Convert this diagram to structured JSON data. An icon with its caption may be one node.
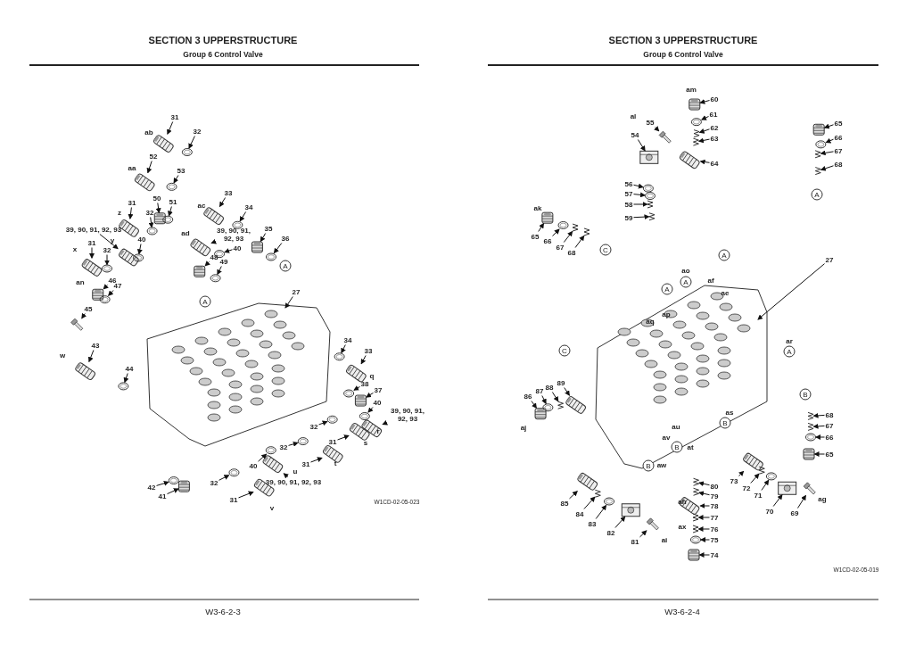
{
  "diagram": {
    "nodes": [
      {
        "text": [
          "31"
        ]
      },
      {
        "text": [
          "32"
        ]
      },
      {
        "text": [
          "52"
        ]
      },
      {
        "text": [
          "53"
        ]
      },
      {
        "text": [
          "31"
        ]
      },
      {
        "text": [
          "50"
        ]
      },
      {
        "text": [
          "51"
        ]
      },
      {
        "text": [
          "32"
        ]
      },
      {
        "text": [
          "33"
        ]
      },
      {
        "text": [
          "34"
        ]
      },
      {
        "text": [
          "39, 90, 91, 92, 93"
        ]
      },
      {
        "text": [
          "31"
        ]
      },
      {
        "text": [
          "40"
        ]
      },
      {
        "text": [
          "39, 90, 91, 92, 93"
        ]
      },
      {
        "text": [
          "40"
        ]
      },
      {
        "text": [
          "35"
        ]
      },
      {
        "text": [
          "36"
        ]
      },
      {
        "text": [
          "32"
        ]
      },
      {
        "text": [
          "48"
        ]
      },
      {
        "text": [
          "49"
        ]
      },
      {
        "text": [
          "46"
        ]
      },
      {
        "text": [
          "47"
        ]
      },
      {
        "text": [
          "45"
        ]
      },
      {
        "text": [
          "27"
        ]
      },
      {
        "text": [
          "43"
        ]
      },
      {
        "text": [
          "44"
        ]
      },
      {
        "text": [
          "34"
        ]
      },
      {
        "text": [
          "33"
        ]
      },
      {
        "text": [
          "38"
        ]
      },
      {
        "text": [
          "37"
        ]
      },
      {
        "text": [
          "40"
        ]
      },
      {
        "text": [
          "39, 90, 91, 92, 93"
        ]
      },
      {
        "text": [
          "32"
        ]
      },
      {
        "text": [
          "31"
        ]
      },
      {
        "text": [
          "32"
        ]
      },
      {
        "text": [
          "31"
        ]
      },
      {
        "text": [
          "40"
        ]
      },
      {
        "text": [
          "39, 90, 91, 92, 93"
        ]
      },
      {
        "text": [
          "32"
        ]
      },
      {
        "text": [
          "31"
        ]
      },
      {
        "text": [
          "42"
        ]
      },
      {
        "text": [
          "41"
        ]
      },
      {
        "text": [
          "55"
        ]
      },
      {
        "text": [
          "54"
        ]
      },
      {
        "text": [
          "60"
        ]
      },
      {
        "text": [
          "61"
        ]
      },
      {
        "text": [
          "62"
        ]
      },
      {
        "text": [
          "63"
        ]
      },
      {
        "text": [
          "64"
        ]
      },
      {
        "text": [
          "65"
        ]
      },
      {
        "text": [
          "66"
        ]
      },
      {
        "text": [
          "67"
        ]
      },
      {
        "text": [
          "68"
        ]
      },
      {
        "text": [
          "56"
        ]
      },
      {
        "text": [
          "57"
        ]
      },
      {
        "text": [
          "58"
        ]
      },
      {
        "text": [
          "59"
        ]
      },
      {
        "text": [
          "65"
        ]
      },
      {
        "text": [
          "66"
        ]
      },
      {
        "text": [
          "67"
        ]
      },
      {
        "text": [
          "68"
        ]
      },
      {
        "text": [
          "27"
        ]
      },
      {
        "text": [
          "86"
        ]
      },
      {
        "text": [
          "87"
        ]
      },
      {
        "text": [
          "88"
        ]
      },
      {
        "text": [
          "89"
        ]
      },
      {
        "text": [
          "68"
        ]
      },
      {
        "text": [
          "67"
        ]
      },
      {
        "text": [
          "66"
        ]
      },
      {
        "text": [
          "65"
        ]
      },
      {
        "text": [
          "80"
        ]
      },
      {
        "text": [
          "79"
        ]
      },
      {
        "text": [
          "78"
        ]
      },
      {
        "text": [
          "77"
        ]
      },
      {
        "text": [
          "76"
        ]
      },
      {
        "text": [
          "75"
        ]
      },
      {
        "text": [
          "74"
        ]
      },
      {
        "text": [
          "73"
        ]
      },
      {
        "text": [
          "72"
        ]
      },
      {
        "text": [
          "71"
        ]
      },
      {
        "text": [
          "70"
        ]
      },
      {
        "text": [
          "69"
        ]
      },
      {
        "text": [
          "85"
        ]
      },
      {
        "text": [
          "84"
        ]
      },
      {
        "text": [
          "83"
        ]
      },
      {
        "text": [
          "82"
        ]
      },
      {
        "text": [
          "81"
        ]
      },
      {
        "text": [],
        "shape": "picture"
      },
      {
        "text": [],
        "shape": "picture"
      },
      {
        "text": [],
        "shape": "picture"
      },
      {
        "text": [],
        "shape": "picture"
      },
      {
        "text": [],
        "shape": "picture"
      },
      {
        "text": [],
        "shape": "picture"
      },
      {
        "text": [],
        "shape": "picture"
      },
      {
        "text": [],
        "shape": "picture"
      },
      {
        "text": [],
        "shape": "picture"
      },
      {
        "text": [],
        "shape": "picture"
      },
      {
        "text": [],
        "shape": "picture"
      },
      {
        "text": [],
        "shape": "picture"
      },
      {
        "text": [],
        "shape": "picture"
      },
      {
        "text": [],
        "shape": "picture"
      },
      {
        "text": [],
        "shape": "picture"
      },
      {
        "text": [],
        "shape": "picture"
      },
      {
        "text": [],
        "shape": "picture"
      },
      {
        "text": [],
        "shape": "picture"
      },
      {
        "text": [],
        "shape": "picture"
      },
      {
        "text": [],
        "shape": "picture"
      },
      {
        "text": [],
        "shape": "picture"
      },
      {
        "text": [],
        "shape": "picture"
      },
      {
        "text": [],
        "shape": "picture"
      },
      {
        "text": [],
        "shape": "picture"
      },
      {
        "text": [],
        "shape": "picture"
      },
      {
        "text": [],
        "shape": "picture"
      },
      {
        "text": [],
        "shape": "picture"
      },
      {
        "text": [],
        "shape": "picture"
      },
      {
        "text": [],
        "shape": "picture"
      },
      {
        "text": [],
        "shape": "picture"
      },
      {
        "text": [],
        "shape": "picture"
      },
      {
        "text": [],
        "shape": "picture"
      },
      {
        "text": [],
        "shape": "picture"
      },
      {
        "text": [],
        "shape": "picture"
      },
      {
        "text": [],
        "shape": "picture"
      },
      {
        "text": [],
        "shape": "picture"
      },
      {
        "text": [],
        "shape": "picture"
      },
      {
        "text": [],
        "shape": "picture"
      },
      {
        "text": [],
        "shape": "picture"
      },
      {
        "text": [],
        "shape": "picture"
      },
      {
        "text": [],
        "shape": "picture"
      },
      {
        "text": [],
        "shape": "picture"
      },
      {
        "text": [],
        "shape": "picture"
      },
      {
        "text": [],
        "shape": "picture"
      },
      {
        "text": [],
        "shape": "picture"
      },
      {
        "text": [],
        "shape": "picture"
      },
      {
        "text": [],
        "shape": "picture"
      },
      {
        "text": [],
        "shape": "picture"
      },
      {
        "text": [],
        "shape": "picture"
      },
      {
        "text": [],
        "shape": "picture"
      },
      {
        "text": [],
        "shape": "picture"
      },
      {
        "text": [],
        "shape": "picture"
      },
      {
        "text": [],
        "shape": "picture"
      },
      {
        "text": [],
        "shape": "picture"
      },
      {
        "text": [],
        "shape": "picture"
      },
      {
        "text": [],
        "shape": "picture"
      },
      {
        "text": [],
        "shape": "picture"
      },
      {
        "text": [],
        "shape": "picture"
      },
      {
        "text": [],
        "shape": "picture"
      },
      {
        "text": [],
        "shape": "picture"
      },
      {
        "text": [],
        "shape": "picture"
      },
      {
        "text": [],
        "shape": "picture"
      },
      {
        "text": [],
        "shape": "picture"
      },
      {
        "text": [],
        "shape": "picture"
      },
      {
        "text": [],
        "shape": "picture"
      },
      {
        "text": [],
        "shape": "picture"
      },
      {
        "text": [],
        "shape": "picture"
      },
      {
        "text": [],
        "shape": "picture"
      },
      {
        "text": [],
        "shape": "picture"
      },
      {
        "text": [],
        "shape": "picture"
      },
      {
        "text": [],
        "shape": "picture"
      },
      {
        "text": [],
        "shape": "picture"
      },
      {
        "text": [],
        "shape": "picture"
      },
      {
        "text": [],
        "shape": "picture"
      },
      {
        "text": [],
        "shape": "picture"
      },
      {
        "text": [],
        "shape": "picture"
      },
      {
        "text": [],
        "shape": "picture"
      },
      {
        "text": [],
        "shape": "picture"
      },
      {
        "text": [],
        "shape": "picture"
      },
      {
        "text": [],
        "shape": "picture"
      },
      {
        "text": [],
        "shape": "picture"
      },
      {
        "text": [],
        "shape": "picture"
      },
      {
        "text": [],
        "shape": "picture"
      },
      {
        "text": [],
        "shape": "picture"
      },
      {
        "text": [],
        "shape": "picture"
      },
      {
        "text": [],
        "shape": "picture"
      },
      {
        "text": [],
        "shape": "picture"
      }
    ],
    "edges": [
      {
        "from": 0,
        "to": 87,
        "arrow": "to"
      },
      {
        "from": 1,
        "to": 88,
        "arrow": "to"
      },
      {
        "from": 2,
        "to": 89,
        "arrow": "to"
      },
      {
        "from": 3,
        "to": 90,
        "arrow": "to"
      },
      {
        "from": 4,
        "to": 91,
        "arrow": "to"
      },
      {
        "from": 5,
        "to": 92,
        "arrow": "to"
      },
      {
        "from": 6,
        "to": 93,
        "arrow": "to"
      },
      {
        "from": 7,
        "to": 94,
        "arrow": "to"
      },
      {
        "from": 8,
        "to": 95,
        "arrow": "to"
      },
      {
        "from": 9,
        "to": 96,
        "arrow": "to"
      },
      {
        "from": 10,
        "to": 97,
        "arrow": "to"
      },
      {
        "from": 11,
        "to": 98,
        "arrow": "to"
      },
      {
        "from": 12,
        "to": 99,
        "arrow": "to"
      },
      {
        "from": 13,
        "to": 100,
        "arrow": "to"
      },
      {
        "from": 14,
        "to": 101,
        "arrow": "to"
      },
      {
        "from": 15,
        "to": 102,
        "arrow": "to"
      },
      {
        "from": 16,
        "to": 103,
        "arrow": "to"
      },
      {
        "from": 17,
        "to": 104,
        "arrow": "to"
      },
      {
        "from": 18,
        "to": 105,
        "arrow": "to"
      },
      {
        "from": 19,
        "to": 106,
        "arrow": "to"
      },
      {
        "from": 20,
        "to": 107,
        "arrow": "to"
      },
      {
        "from": 21,
        "to": 108,
        "arrow": "to"
      },
      {
        "from": 22,
        "to": 109,
        "arrow": "to"
      },
      {
        "from": 23,
        "to": 110,
        "arrow": "to"
      },
      {
        "from": 24,
        "to": 111,
        "arrow": "to"
      },
      {
        "from": 25,
        "to": 112,
        "arrow": "to"
      },
      {
        "from": 26,
        "to": 113,
        "arrow": "to"
      },
      {
        "from": 27,
        "to": 114,
        "arrow": "to"
      },
      {
        "from": 28,
        "to": 115,
        "arrow": "to"
      },
      {
        "from": 29,
        "to": 116,
        "arrow": "to"
      },
      {
        "from": 30,
        "to": 117,
        "arrow": "to"
      },
      {
        "from": 31,
        "to": 118,
        "arrow": "to"
      },
      {
        "from": 32,
        "to": 119,
        "arrow": "to"
      },
      {
        "from": 33,
        "to": 120,
        "arrow": "to"
      },
      {
        "from": 34,
        "to": 121,
        "arrow": "to"
      },
      {
        "from": 35,
        "to": 122,
        "arrow": "to"
      },
      {
        "from": 36,
        "to": 123,
        "arrow": "to"
      },
      {
        "from": 37,
        "to": 124,
        "arrow": "to"
      },
      {
        "from": 38,
        "to": 125,
        "arrow": "to"
      },
      {
        "from": 39,
        "to": 126,
        "arrow": "to"
      },
      {
        "from": 40,
        "to": 127,
        "arrow": "to"
      },
      {
        "from": 41,
        "to": 128,
        "arrow": "to"
      },
      {
        "from": 42,
        "to": 129,
        "arrow": "to"
      },
      {
        "from": 43,
        "to": 130,
        "arrow": "to"
      },
      {
        "from": 44,
        "to": 131,
        "arrow": "to"
      },
      {
        "from": 45,
        "to": 132,
        "arrow": "to"
      },
      {
        "from": 46,
        "to": 133,
        "arrow": "to"
      },
      {
        "from": 47,
        "to": 134,
        "arrow": "to"
      },
      {
        "from": 48,
        "to": 135,
        "arrow": "to"
      },
      {
        "from": 49,
        "to": 136,
        "arrow": "to"
      },
      {
        "from": 50,
        "to": 137,
        "arrow": "to"
      },
      {
        "from": 51,
        "to": 138,
        "arrow": "to"
      },
      {
        "from": 52,
        "to": 139,
        "arrow": "to"
      },
      {
        "from": 53,
        "to": 140,
        "arrow": "to"
      },
      {
        "from": 54,
        "to": 141,
        "arrow": "to"
      },
      {
        "from": 55,
        "to": 142,
        "arrow": "to"
      },
      {
        "from": 56,
        "to": 143,
        "arrow": "to"
      },
      {
        "from": 57,
        "to": 144,
        "arrow": "to"
      },
      {
        "from": 58,
        "to": 145,
        "arrow": "to"
      },
      {
        "from": 59,
        "to": 146,
        "arrow": "to"
      },
      {
        "from": 60,
        "to": 147,
        "arrow": "to"
      },
      {
        "from": 61,
        "to": 148,
        "arrow": "to"
      },
      {
        "from": 62,
        "to": 149,
        "arrow": "to"
      },
      {
        "from": 63,
        "to": 150,
        "arrow": "to"
      },
      {
        "from": 64,
        "to": 151,
        "arrow": "to"
      },
      {
        "from": 65,
        "to": 152,
        "arrow": "to"
      },
      {
        "from": 66,
        "to": 153,
        "arrow": "to"
      },
      {
        "from": 67,
        "to": 154,
        "arrow": "to"
      },
      {
        "from": 68,
        "to": 155,
        "arrow": "to"
      },
      {
        "from": 69,
        "to": 156,
        "arrow": "to"
      },
      {
        "from": 70,
        "to": 157,
        "arrow": "to"
      },
      {
        "from": 71,
        "to": 158,
        "arrow": "to"
      },
      {
        "from": 72,
        "to": 159,
        "arrow": "to"
      },
      {
        "from": 73,
        "to": 160,
        "arrow": "to"
      },
      {
        "from": 74,
        "to": 161,
        "arrow": "to"
      },
      {
        "from": 75,
        "to": 162,
        "arrow": "to"
      },
      {
        "from": 76,
        "to": 163,
        "arrow": "to"
      },
      {
        "from": 77,
        "to": 164,
        "arrow": "to"
      },
      {
        "from": 78,
        "to": 165,
        "arrow": "to"
      },
      {
        "from": 79,
        "to": 166,
        "arrow": "to"
      },
      {
        "from": 80,
        "to": 167,
        "arrow": "to"
      },
      {
        "from": 81,
        "to": 168,
        "arrow": "to"
      },
      {
        "from": 82,
        "to": 169,
        "arrow": "to"
      },
      {
        "from": 83,
        "to": 170,
        "arrow": "to"
      },
      {
        "from": 84,
        "to": 171,
        "arrow": "to"
      },
      {
        "from": 85,
        "to": 172,
        "arrow": "to"
      },
      {
        "from": 86,
        "to": 173,
        "arrow": "to"
      }
    ],
    "labels": [
      "SECTION 3 UPPERSTRUCTURE",
      "Group 6 Control Valve",
      "SECTION 3 UPPERSTRUCTURE",
      "Group 6 Control Valve",
      "ab",
      "aa",
      "ac",
      "z",
      "ad",
      "y",
      "x",
      "A",
      "an",
      "A",
      "w",
      "q",
      "r",
      "s",
      "t",
      "u",
      "v",
      "W1CD-02-05-023",
      "W3-6-2-3",
      "am",
      "al",
      "A",
      "ak",
      "C",
      "A",
      "ao",
      "A",
      "af",
      "ae",
      "A",
      "ap",
      "aq",
      "C",
      "ar",
      "A",
      "B",
      "as",
      "B",
      "aj",
      "au",
      "av",
      "B",
      "at",
      "B",
      "aw",
      "ah",
      "ag",
      "ax",
      "ai",
      "W1CD-02-05-019",
      "W3-6-2-4"
    ]
  }
}
